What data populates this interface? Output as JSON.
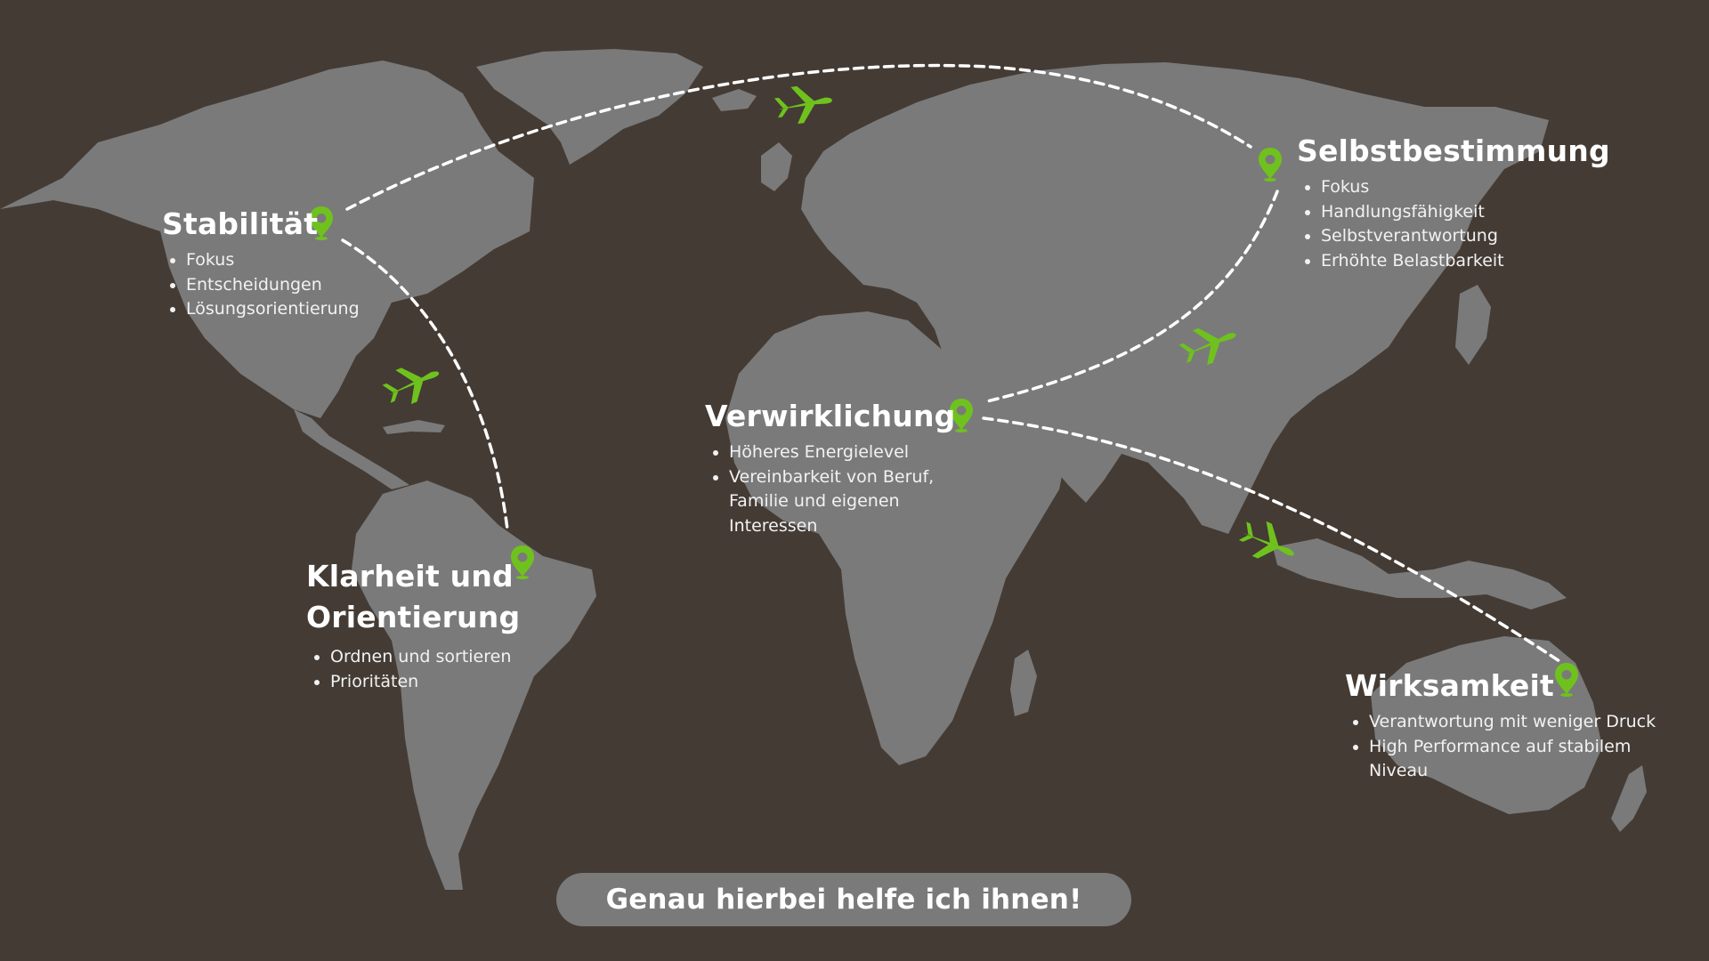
{
  "colors": {
    "background": "#443b34",
    "land": "#7a7a7a",
    "accent": "#6fc21d",
    "route": "#ffffff",
    "text": "#ffffff"
  },
  "map": {
    "projection": "world-map",
    "icons": [
      "location-pin-icon",
      "airplane-icon"
    ]
  },
  "stops": [
    {
      "id": "stabilitaet",
      "title": "Stabilität",
      "items": [
        "Fokus",
        "Entscheidungen",
        "Lösungsorientierung"
      ]
    },
    {
      "id": "selbstbestimmung",
      "title": "Selbstbestimmung",
      "items": [
        "Fokus",
        "Handlungsfähigkeit",
        "Selbstverantwortung",
        "Erhöhte Belastbarkeit"
      ]
    },
    {
      "id": "verwirklichung",
      "title": "Verwirklichung",
      "items": [
        "Höheres Energielevel",
        "Vereinbarkeit von Beruf, Familie und eigenen Interessen"
      ]
    },
    {
      "id": "klarheit",
      "title_line1": "Klarheit und",
      "title_line2": "Orientierung",
      "items": [
        "Ordnen und sortieren",
        "Prioritäten"
      ]
    },
    {
      "id": "wirksamkeit",
      "title": "Wirksamkeit",
      "items": [
        "Verantwortung mit weniger Druck",
        "High Performance auf stabilem Niveau"
      ]
    }
  ],
  "cta": {
    "label": "Genau hierbei helfe ich ihnen!"
  }
}
